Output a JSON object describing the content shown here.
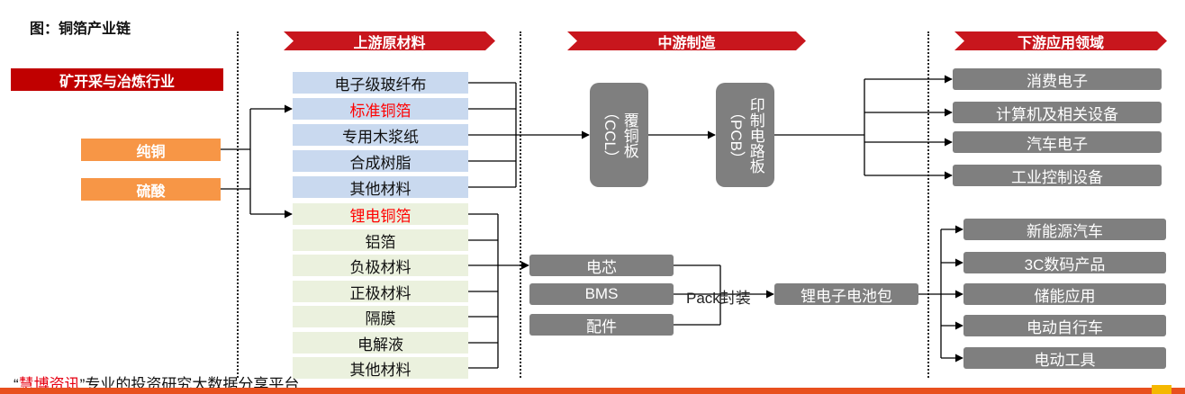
{
  "title": "图：铜箔产业链",
  "stages": {
    "upstream": "上游原材料",
    "midstream": "中游制造",
    "downstream": "下游应用领域"
  },
  "raw_source": {
    "mining": "矿开采与冶炼行业",
    "inputs": [
      "纯铜",
      "硫酸"
    ]
  },
  "upstream": {
    "pcb_materials": [
      {
        "label": "电子级玻纤布",
        "highlight": false
      },
      {
        "label": "标准铜箔",
        "highlight": true
      },
      {
        "label": "专用木浆纸",
        "highlight": false
      },
      {
        "label": "合成树脂",
        "highlight": false
      },
      {
        "label": "其他材料",
        "highlight": false
      }
    ],
    "battery_materials": [
      {
        "label": "锂电铜箔",
        "highlight": true
      },
      {
        "label": "铝箔",
        "highlight": false
      },
      {
        "label": "负极材料",
        "highlight": false
      },
      {
        "label": "正极材料",
        "highlight": false
      },
      {
        "label": "隔膜",
        "highlight": false
      },
      {
        "label": "电解液",
        "highlight": false
      },
      {
        "label": "其他材料",
        "highlight": false
      }
    ]
  },
  "midstream": {
    "ccl": {
      "name": "覆铜板",
      "abbr": "（CCL）"
    },
    "pcb": {
      "name": "印制电路板",
      "abbr": "（PCB）"
    },
    "battery_components": [
      "电芯",
      "BMS",
      "配件"
    ],
    "pack_label": "Pack封装",
    "battery_pack": "锂电子电池包"
  },
  "downstream": {
    "pcb_applications": [
      "消费电子",
      "计算机及相关设备",
      "汽车电子",
      "工业控制设备"
    ],
    "battery_applications": [
      "新能源汽车",
      "3C数码产品",
      "储能应用",
      "电动自行车",
      "电动工具"
    ]
  },
  "footer": {
    "quote_open": "“",
    "brand": "慧博资讯",
    "quote_close": "”",
    "tagline": "专业的投资研究大数据分享平台"
  },
  "colors": {
    "stage_red": "#C8161D",
    "source_red": "#C00000",
    "input_orange": "#F79646",
    "pcb_material_blue": "#C9D9EF",
    "battery_material_green": "#EBF1DE",
    "node_gray": "#7F7F7F",
    "highlight_text": "#FF0000",
    "brand_red": "#E60012",
    "footer_bar": "#E8501E"
  }
}
